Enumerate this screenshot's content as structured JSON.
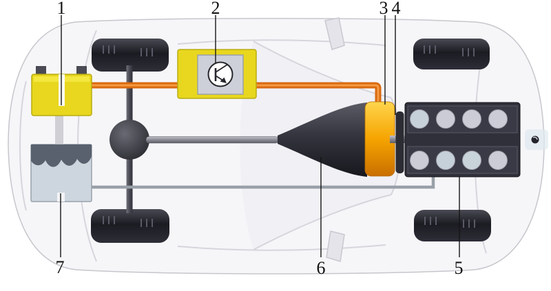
{
  "labels": {
    "l1": "1",
    "l2": "2",
    "l3": "3",
    "l4": "4",
    "l5": "5",
    "l6": "6",
    "l7": "7"
  },
  "colors": {
    "component_yellow": "#e8d71e",
    "cable_orange": "#d96a10",
    "cable_orange_light": "#f59b42",
    "motor_orange": "#f0a202",
    "machinery_dark": "#30303a",
    "tank_body": "#cdd6de",
    "tank_top": "#59616e",
    "label_color": "#111111"
  }
}
